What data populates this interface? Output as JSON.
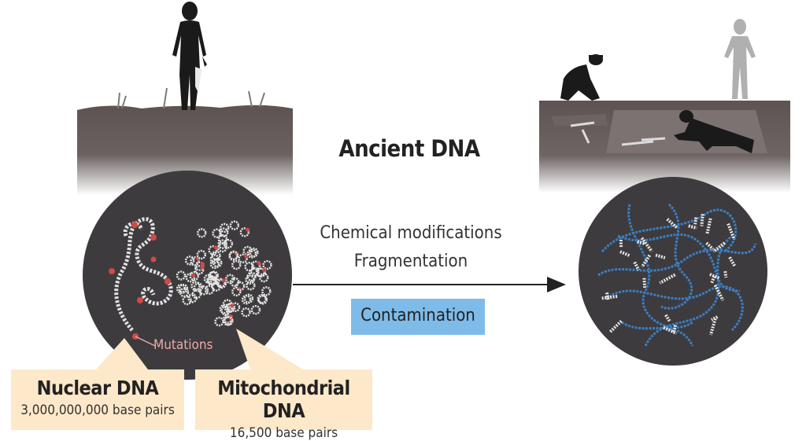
{
  "title": "Ancient DNA",
  "processes": {
    "line1": "Chemical modifications",
    "line2": "Fragmentation",
    "contamination": "Contamination"
  },
  "annotation": "Mutations",
  "nuclear": {
    "title": "Nuclear DNA",
    "subtitle": "3,000,000,000 base pairs"
  },
  "mito": {
    "title": "Mitochondrial DNA",
    "subtitle": "16,500 base pairs"
  },
  "colors": {
    "soil": "#5d5352",
    "circle": "#3d3b3d",
    "card": "#fde8c9",
    "contamination": "#7fbbe8",
    "mutation": "#d04a4a",
    "contaminant_dna": "#3b7fc4"
  }
}
